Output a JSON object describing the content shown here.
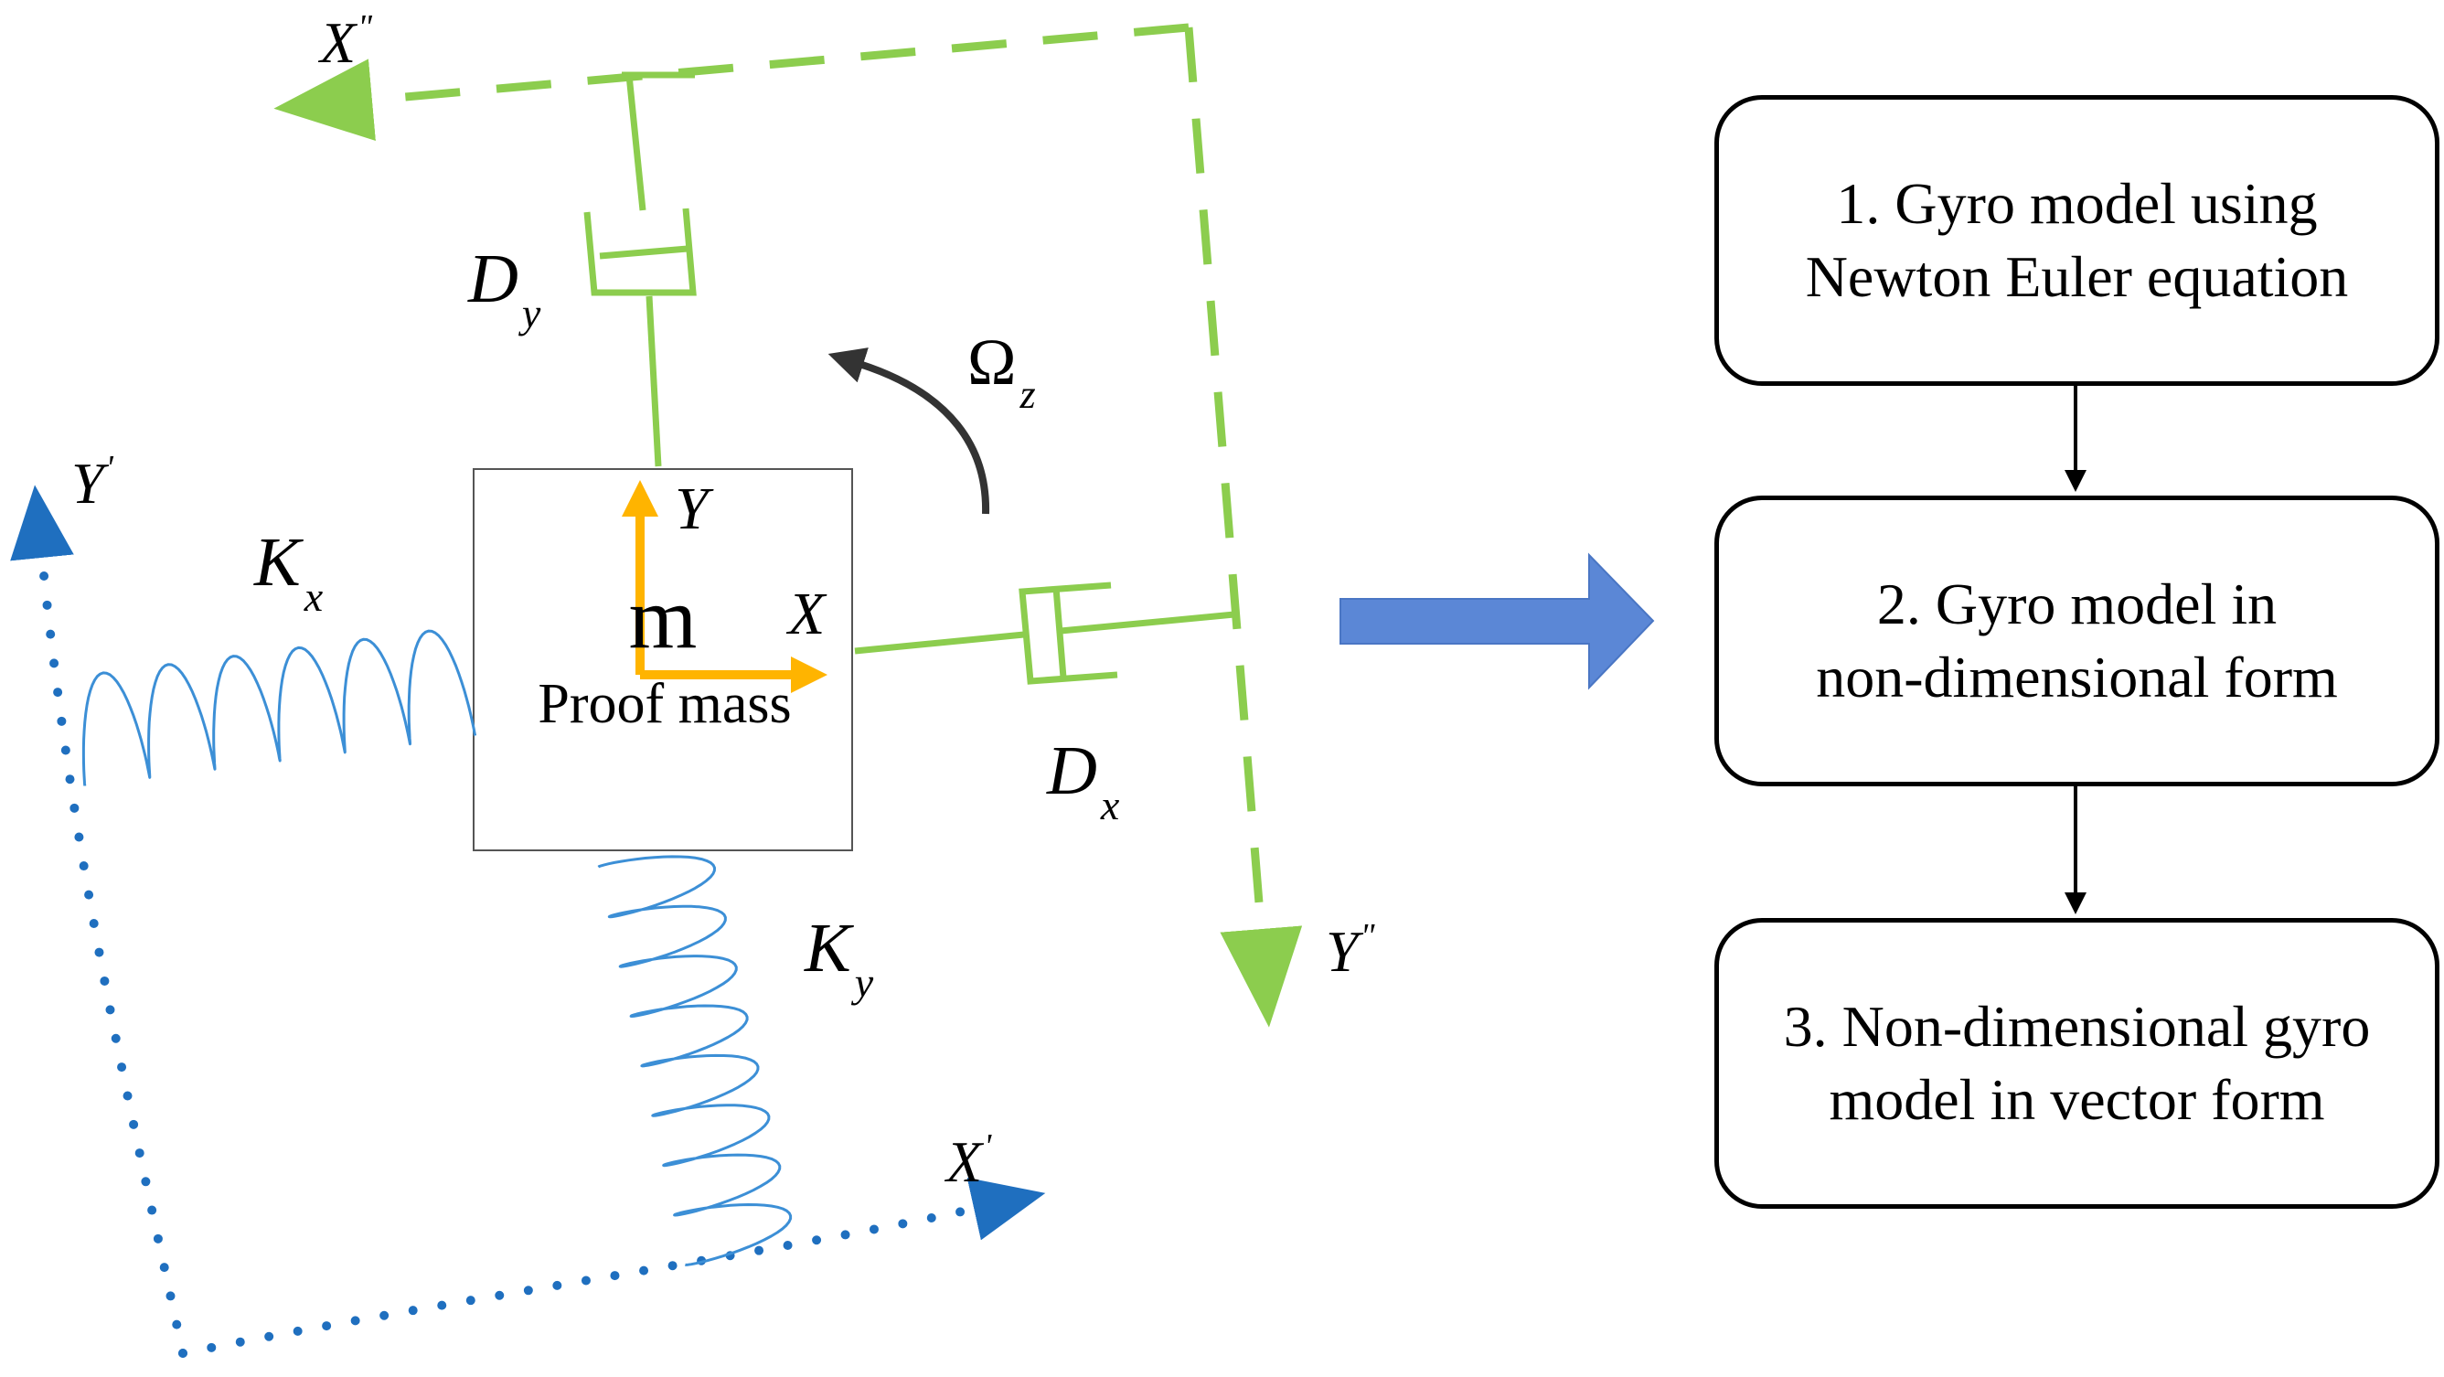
{
  "diagram": {
    "mass": {
      "symbol": "m",
      "label": "Proof mass"
    },
    "labels": {
      "body_x": "X",
      "body_y": "Y",
      "drive_x_base": "X",
      "drive_x_mark": "\"",
      "drive_y_base": "Y",
      "drive_y_mark": "\"",
      "frame_x_base": "X",
      "frame_x_mark": "'",
      "frame_y_base": "Y",
      "frame_y_mark": "'",
      "spring_x_base": "K",
      "spring_x_sub": "x",
      "spring_y_base": "K",
      "spring_y_sub": "y",
      "damper_x_base": "D",
      "damper_x_sub": "x",
      "damper_y_base": "D",
      "damper_y_sub": "y",
      "rotation_base": "Ω",
      "rotation_sub": "z"
    },
    "colors": {
      "green": "#8ccd4e",
      "blue_frame": "#1f6fbf",
      "blue_spring": "#3c8fd6",
      "orange": "#ffb400",
      "arrow_fill": "#5b87d6",
      "rotation": "#333333"
    }
  },
  "flowchart": {
    "steps": [
      {
        "text": "1. Gyro model using\nNewton Euler equation"
      },
      {
        "text": "2. Gyro model in\nnon-dimensional form"
      },
      {
        "text": "3. Non-dimensional gyro\nmodel in vector form"
      }
    ]
  }
}
